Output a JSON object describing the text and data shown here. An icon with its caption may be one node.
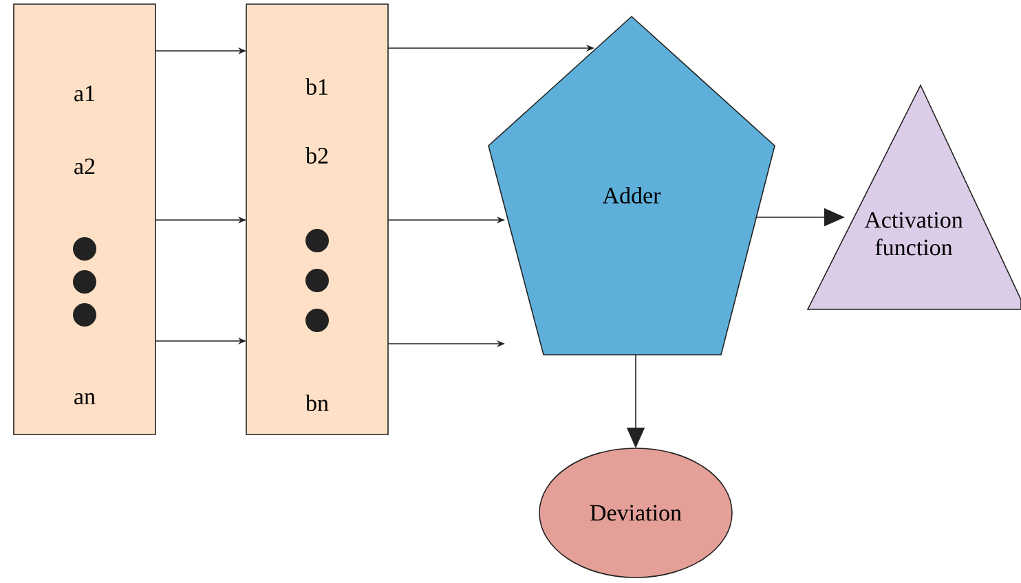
{
  "diagram": {
    "nodes": [
      {
        "text": [
          "a1",
          "a2",
          "an"
        ]
      },
      {
        "text": [
          "b1",
          "b2",
          "bn"
        ]
      },
      {
        "text": [
          "Adder"
        ]
      },
      {
        "text": [
          "Activation function"
        ]
      },
      {
        "text": [
          "Deviation"
        ]
      }
    ],
    "edges": [
      {
        "from": 0,
        "to": 1,
        "arrow": "to"
      },
      {
        "from": 0,
        "to": 1,
        "arrow": "to"
      },
      {
        "from": 0,
        "to": 1,
        "arrow": "to"
      },
      {
        "from": 1,
        "to": 2,
        "arrow": "to"
      },
      {
        "from": 1,
        "to": 2,
        "arrow": "to"
      },
      {
        "from": 1,
        "to": 2,
        "arrow": "to"
      },
      {
        "from": 2,
        "to": 3,
        "arrow": "to"
      },
      {
        "from": 2,
        "to": 4,
        "arrow": "to"
      }
    ]
  }
}
